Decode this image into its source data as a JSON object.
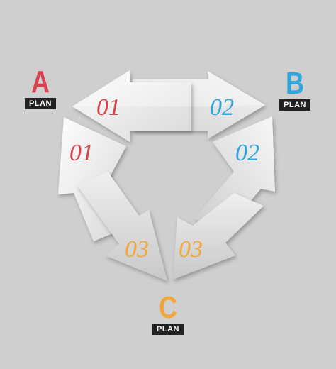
{
  "colors": {
    "red": "#d8424f",
    "blue": "#2fa6dd",
    "orange": "#f2a73b",
    "tag": "#222222"
  },
  "plans": {
    "a": {
      "letter": "A",
      "tag": "PLAN"
    },
    "b": {
      "letter": "B",
      "tag": "PLAN"
    },
    "c": {
      "letter": "C",
      "tag": "PLAN"
    }
  },
  "arrows": {
    "top_left": "01",
    "top_right": "02",
    "left_up": "01",
    "right_up": "02",
    "bottom_left": "03",
    "bottom_right": "03"
  }
}
